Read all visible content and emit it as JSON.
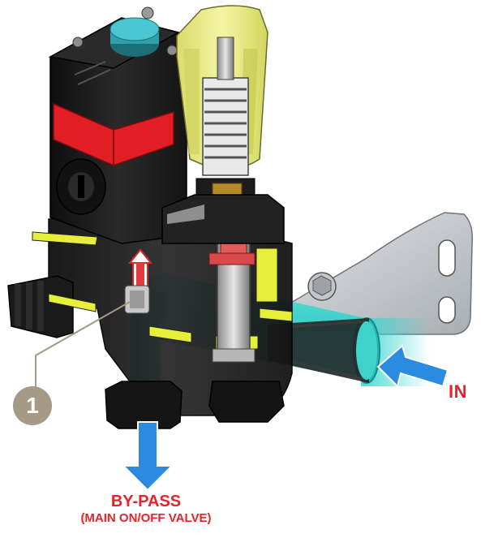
{
  "labels": {
    "inlet": "IN",
    "bypass": "BY-PASS",
    "bypass_sub": "(MAIN ON/OFF VALVE)"
  },
  "callout": {
    "number": "1"
  },
  "colors": {
    "label_red": "#e3242b",
    "flow_cyan": "#37d6d0",
    "flow_arrow_blue": "#2a8be0",
    "callout_fill": "#a59a86",
    "cap_yellow": "#eef08a",
    "body_black": "#1b1b1b",
    "motor_red": "#e01e24",
    "bracket_gray": "#c9cdd2",
    "section_yellow": "#e8ef3a",
    "button_teal": "#3ab7c3"
  }
}
